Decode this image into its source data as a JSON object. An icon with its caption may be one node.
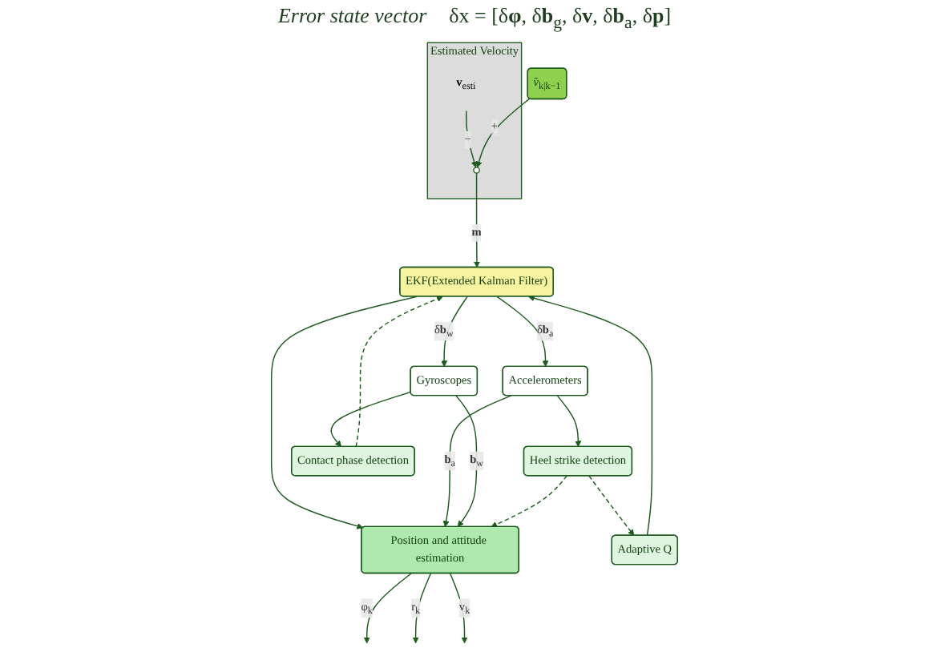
{
  "diagram": {
    "nodes": [
      {
        "text": [
          "Position and attitude estimation"
        ]
      },
      {
        "text": [
          "EKF(Extended Kalman Filter)"
        ]
      },
      {
        "text": [
          "Adaptive Q"
        ]
      },
      {
        "text": [
          "Estimated Velocity"
        ]
      },
      {
        "text": [],
        "shape": "circle",
        "in": 3
      },
      {
        "text": [
          "**v**$_{esti}$"
        ],
        "in": 3
      },
      {
        "text": [
          "*v̂*$_{k|k−1}$"
        ]
      },
      {
        "text": [
          "Accelerometers"
        ]
      },
      {
        "text": [
          "Heel strike detection"
        ]
      },
      {
        "text": [
          "Gyroscopes"
        ]
      },
      {
        "text": [
          "Contact phase detection"
        ]
      }
    ],
    "edges": [
      {
        "from": 0,
        "to": null,
        "arrow": "to",
        "label": "φ$_{k}$"
      },
      {
        "from": 0,
        "to": null,
        "arrow": "to",
        "label": "r$_{k}$"
      },
      {
        "from": 0,
        "to": null,
        "arrow": "to",
        "label": "v$_{k}$"
      },
      {
        "from": 1,
        "to": 0,
        "arrow": "to"
      },
      {
        "from": 2,
        "to": 1,
        "arrow": "to"
      },
      {
        "from": 8,
        "to": 2,
        "arrow": "to",
        "style": "dashed"
      },
      {
        "from": 4,
        "to": 1,
        "arrow": "to",
        "label": "**m**"
      },
      {
        "from": 5,
        "to": 4,
        "arrow": "to",
        "label": "−"
      },
      {
        "from": 6,
        "to": 4,
        "arrow": "to",
        "label": "+"
      },
      {
        "from": 10,
        "to": 1,
        "arrow": "to",
        "style": "dashed"
      },
      {
        "from": 1,
        "to": 7,
        "arrow": "to",
        "label": "δ**b**$_{a}$"
      },
      {
        "from": 1,
        "to": 9,
        "arrow": "to",
        "label": "δ**b**$_{w}$"
      },
      {
        "from": 7,
        "to": 0,
        "arrow": "to",
        "label": "**b**$_{a}$"
      },
      {
        "from": 9,
        "to": 0,
        "arrow": "to",
        "label": "**b**$_{w}$"
      },
      {
        "from": 7,
        "to": 8,
        "arrow": "to"
      },
      {
        "from": 9,
        "to": 10,
        "arrow": "to"
      },
      {
        "from": 8,
        "to": 0,
        "arrow": "to",
        "style": "dashed"
      }
    ],
    "labels": [
      "Error state vector",
      "δx = [δ**φ**, δ**b**$_{g}$, δ**v**, δ**b**$_{a}$, δ**p**]"
    ]
  }
}
